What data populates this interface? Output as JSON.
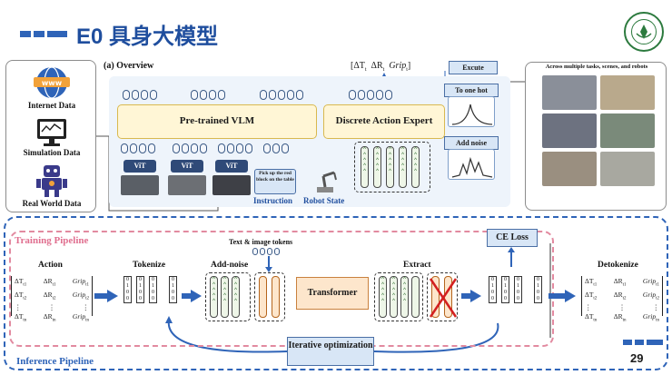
{
  "header": {
    "title": "E0 具身大模型",
    "logo_icon": "university-seal-icon",
    "accent": "#2f64b8"
  },
  "data_sources": [
    {
      "label": "Internet Data",
      "icon": "globe-www-icon"
    },
    {
      "label": "Simulation Data",
      "icon": "monitor-icon"
    },
    {
      "label": "Real World Data",
      "icon": "robot-icon"
    }
  ],
  "overview": {
    "title": "(a) Overview",
    "vlm_label": "Pre-trained VLM",
    "expert_label": "Discrete Action Expert",
    "vit_label": "ViT",
    "instruction_text": "Pick up the red block on the table",
    "instruction_label": "Instruction",
    "robot_state_label": "Robot State",
    "outputs": {
      "dt": "[ΔT",
      "dt_sub": "t",
      "dr": "ΔR",
      "dr_sub": "t",
      "grip": "Grip",
      "grip_sub": "t",
      "close": "]"
    },
    "execute_label": "Excute",
    "one_hot_label": "To one hot",
    "add_noise_label": "Add noise",
    "photos_caption": "Across multiple tasks, scenes, and robots"
  },
  "pipeline": {
    "training_label": "Training Pipeline",
    "inference_label": "Inference Pipeline",
    "action_label": "Action",
    "tokenize_label": "Tokenize",
    "add_noise_label": "Add-noise",
    "text_image_tokens_label": "Text & image tokens",
    "transformer_label": "Transformer",
    "extract_label": "Extract",
    "ce_loss_label": "CE Loss",
    "detokenize_label": "Detokenize",
    "iterative_label": "Iterative optimization",
    "action_matrix": [
      [
        "ΔT",
        "t1",
        "ΔR",
        "t1",
        "Grip",
        "t1"
      ],
      [
        "ΔT",
        "t2",
        "ΔR",
        "t2",
        "Grip",
        "t2"
      ],
      [
        "⋮",
        "",
        "⋮",
        "",
        "⋮",
        ""
      ],
      [
        "ΔT",
        "tn",
        "ΔR",
        "tn",
        "Grip",
        "tn"
      ]
    ],
    "token_column": [
      "0",
      "1",
      "0",
      "0"
    ]
  },
  "page_number": "29"
}
